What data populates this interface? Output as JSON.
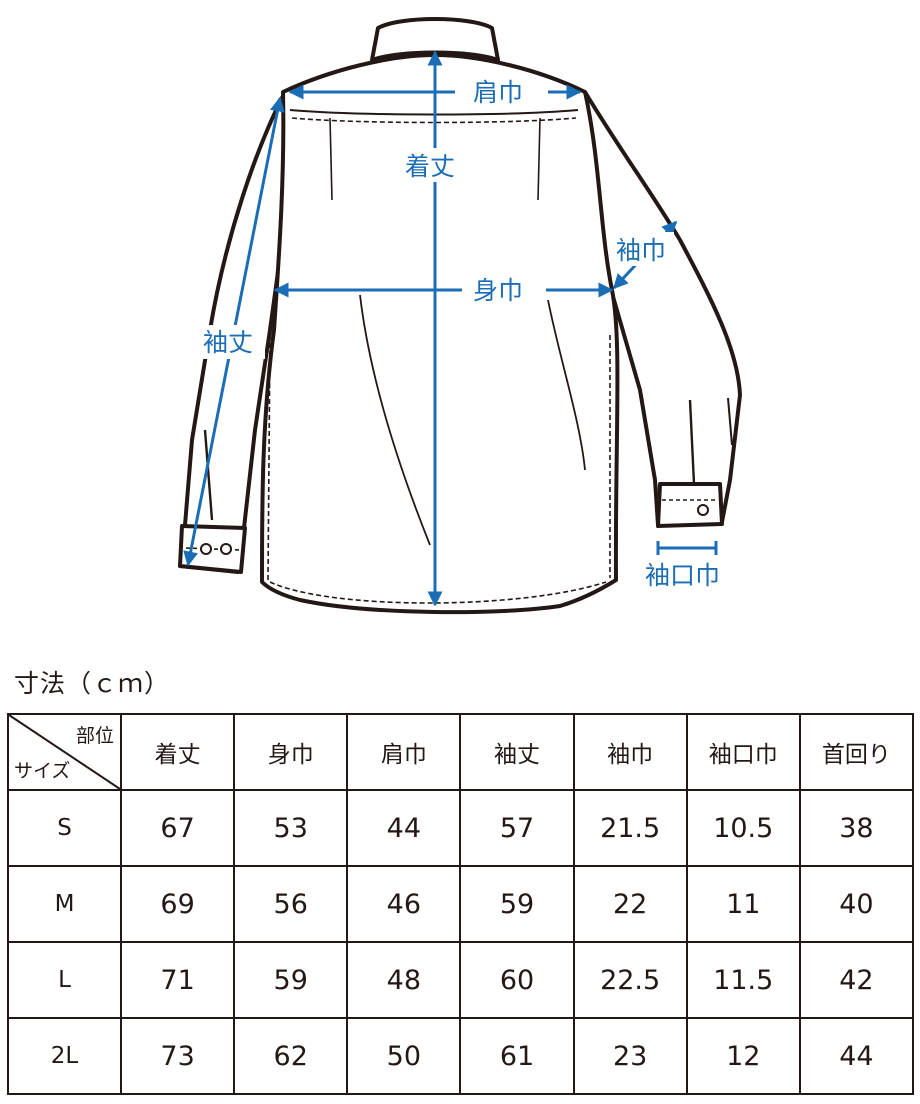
{
  "figure": {
    "labels": {
      "shoulder_width": "肩巾",
      "body_length": "着丈",
      "body_width": "身巾",
      "sleeve_width": "袖巾",
      "sleeve_length": "袖丈",
      "cuff_width": "袖口巾"
    },
    "accent_color": "#1b6db5",
    "line_color": "#231815"
  },
  "table": {
    "caption": "寸法（ｃｍ）",
    "corner_top": "部位",
    "corner_bottom": "サイズ",
    "headers": [
      "着丈",
      "身巾",
      "肩巾",
      "袖丈",
      "袖巾",
      "袖口巾",
      "首回り"
    ],
    "rows": [
      {
        "size": "S",
        "values": [
          "67",
          "53",
          "44",
          "57",
          "21.5",
          "10.5",
          "38"
        ]
      },
      {
        "size": "M",
        "values": [
          "69",
          "56",
          "46",
          "59",
          "22",
          "11",
          "40"
        ]
      },
      {
        "size": "L",
        "values": [
          "71",
          "59",
          "48",
          "60",
          "22.5",
          "11.5",
          "42"
        ]
      },
      {
        "size": "2L",
        "values": [
          "73",
          "62",
          "50",
          "61",
          "23",
          "12",
          "44"
        ]
      }
    ]
  }
}
